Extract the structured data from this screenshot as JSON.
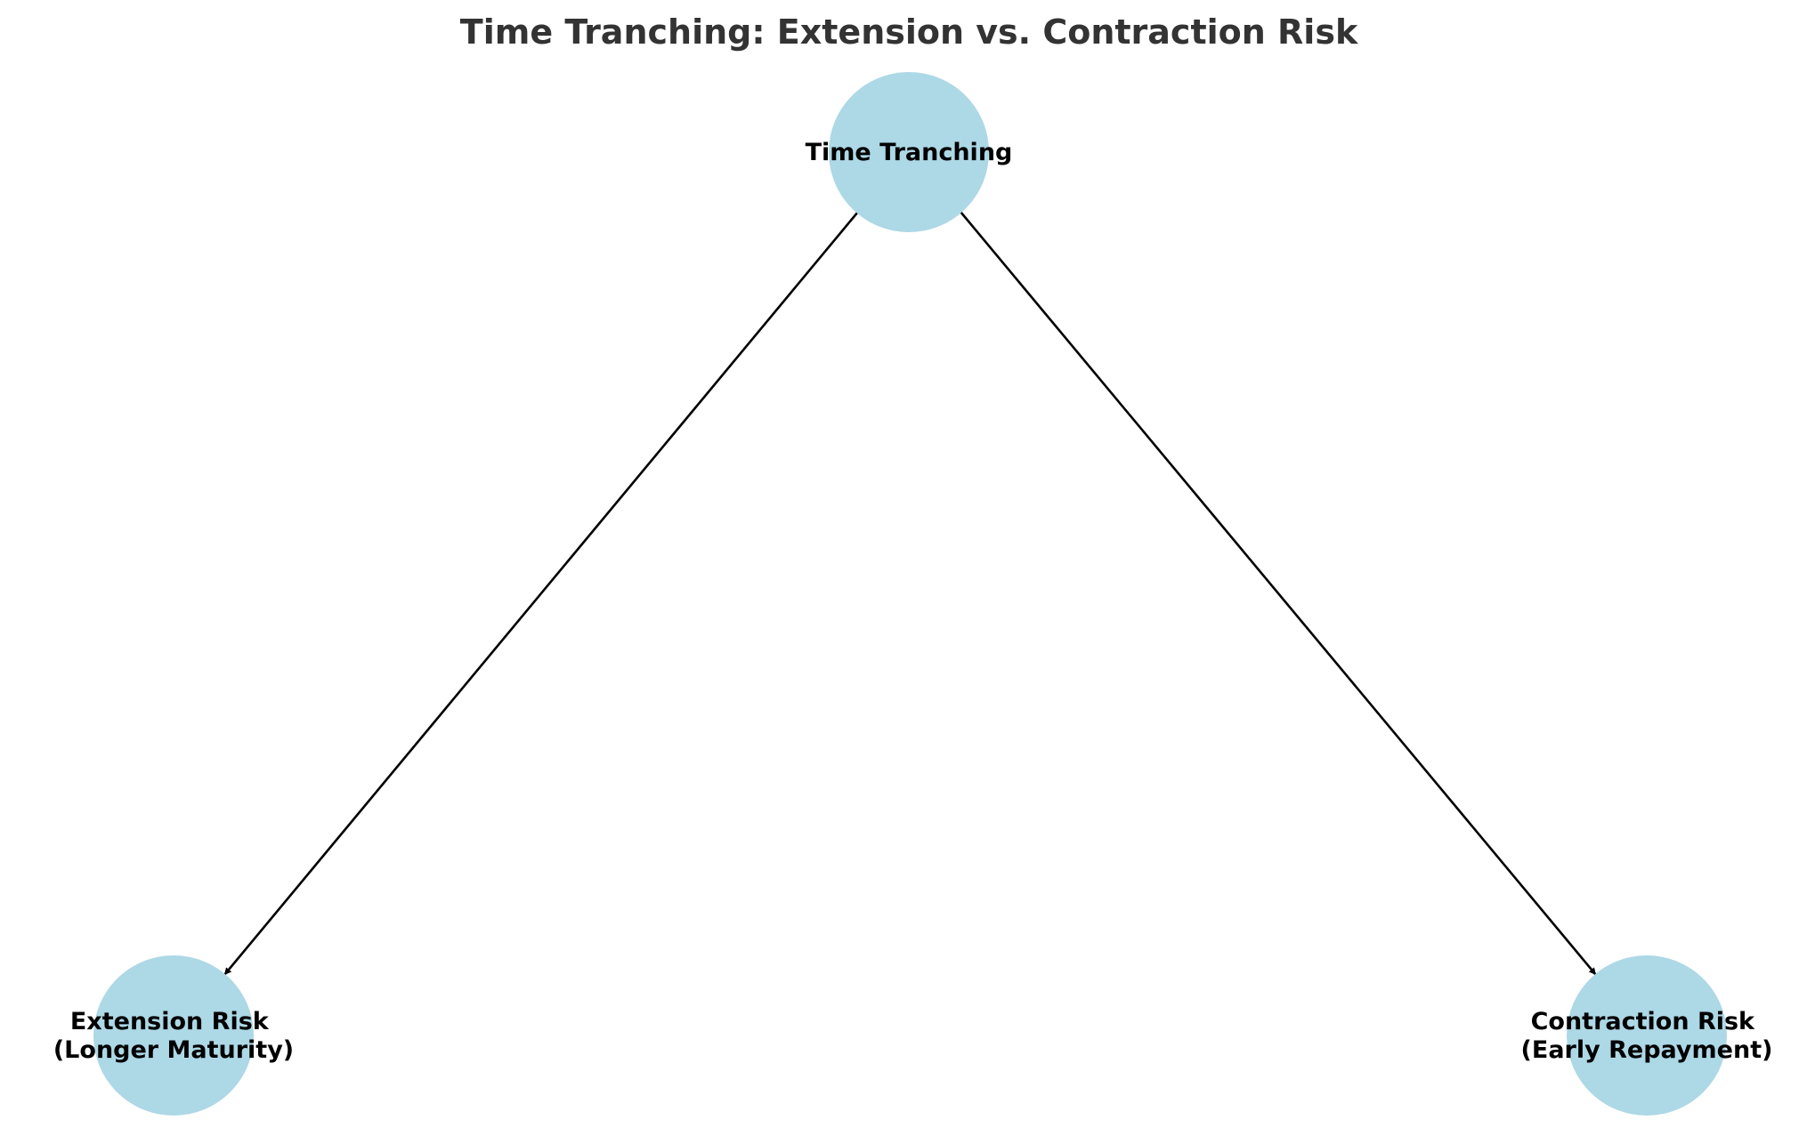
{
  "diagram": {
    "title": "Time Tranching: Extension vs. Contraction Risk",
    "node_color": "#add8e6",
    "edge_color": "#000000",
    "title_color": "#333333",
    "nodes": [
      {
        "id": "time-tranching",
        "label_lines": [
          "Time Tranching"
        ]
      },
      {
        "id": "extension-risk",
        "label_lines": [
          "Extension Risk",
          "(Longer Maturity)"
        ]
      },
      {
        "id": "contraction-risk",
        "label_lines": [
          "Contraction Risk",
          "(Early Repayment)"
        ]
      }
    ],
    "edges": [
      {
        "from": "time-tranching",
        "to": "extension-risk"
      },
      {
        "from": "time-tranching",
        "to": "contraction-risk"
      }
    ]
  }
}
